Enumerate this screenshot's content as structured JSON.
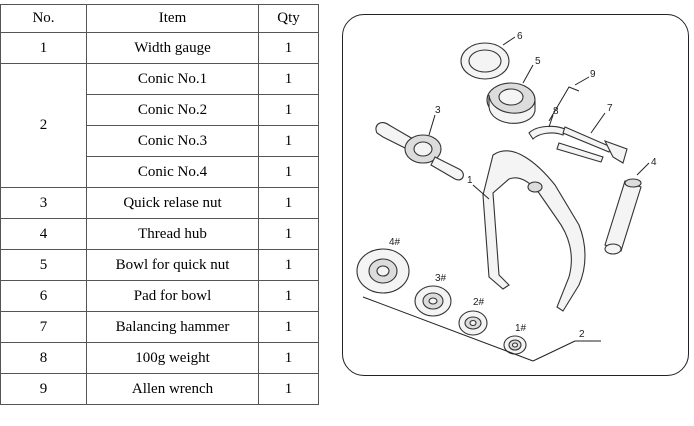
{
  "table": {
    "headers": {
      "no": "No.",
      "item": "Item",
      "qty": "Qty"
    },
    "rows": [
      {
        "no": "1",
        "item": "Width gauge",
        "qty": "1"
      },
      {
        "no": "2",
        "items": [
          "Conic No.1",
          "Conic No.2",
          "Conic No.3",
          "Conic No.4"
        ],
        "qtys": [
          "1",
          "1",
          "1",
          "1"
        ]
      },
      {
        "no": "3",
        "item": "Quick relase nut",
        "qty": "1"
      },
      {
        "no": "4",
        "item": "Thread hub",
        "qty": "1"
      },
      {
        "no": "5",
        "item": "Bowl for quick nut",
        "qty": "1"
      },
      {
        "no": "6",
        "item": "Pad for bowl",
        "qty": "1"
      },
      {
        "no": "7",
        "item": "Balancing hammer",
        "qty": "1"
      },
      {
        "no": "8",
        "item": "100g weight",
        "qty": "1"
      },
      {
        "no": "9",
        "item": "Allen wrench",
        "qty": "1"
      }
    ]
  },
  "figure": {
    "callouts": [
      "1",
      "2",
      "3",
      "4",
      "5",
      "6",
      "7",
      "8",
      "9"
    ],
    "cone_labels": [
      "4#",
      "3#",
      "2#",
      "1#"
    ]
  }
}
